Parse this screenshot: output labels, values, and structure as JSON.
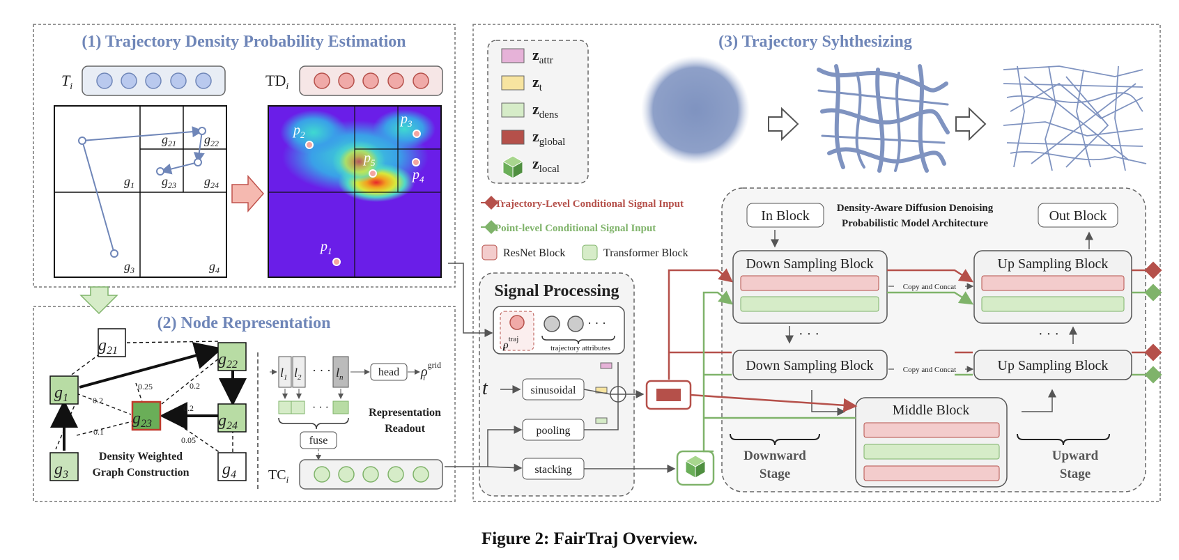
{
  "sections": {
    "s1_title": "(1) Trajectory Density Probability Estimation",
    "s2_title": "(2) Node Representation",
    "s3_title": "(3) Trajectory Syhthesizing"
  },
  "s1": {
    "ti_label": "T",
    "ti_sub": "i",
    "tdi_label": "TD",
    "tdi_sub": "i",
    "grid_labels": {
      "g1": "g",
      "g1_sub": "1",
      "g21": "g",
      "g21_sub": "21",
      "g22": "g",
      "g22_sub": "22",
      "g23": "g",
      "g23_sub": "23",
      "g24": "g",
      "g24_sub": "24",
      "g3": "g",
      "g3_sub": "3",
      "g4": "g",
      "g4_sub": "4"
    },
    "points": {
      "p1": "p",
      "p1_sub": "1",
      "p2": "p",
      "p2_sub": "2",
      "p3": "p",
      "p3_sub": "3",
      "p4": "p",
      "p4_sub": "4",
      "p5": "p",
      "p5_sub": "5"
    }
  },
  "s2": {
    "nodes": {
      "g21": "g",
      "g21_sub": "21",
      "g22": "g",
      "g22_sub": "22",
      "g1": "g",
      "g1_sub": "1",
      "g23": "g",
      "g23_sub": "23",
      "g24": "g",
      "g24_sub": "24",
      "g3": "g",
      "g3_sub": "3",
      "g4": "g",
      "g4_sub": "4"
    },
    "weights": [
      "0.25",
      "0.2",
      "0.2",
      "0.2",
      "0.1",
      "0.05"
    ],
    "graph_caption_1": "Density Weighted",
    "graph_caption_2": "Graph Construction",
    "layer_l1": "l",
    "layer_l1_sub": "1",
    "layer_l2": "l",
    "layer_l2_sub": "2",
    "layer_ln": "l",
    "layer_ln_sub": "n",
    "dots": "· · ·",
    "head": "head",
    "rho_grid": "ρ",
    "rho_grid_sup": "grid",
    "rho_grid_sub": "i",
    "readout_1": "Representation",
    "readout_2": "Readout",
    "fuse": "fuse",
    "tci_label": "TC",
    "tci_sub": "i"
  },
  "s3": {
    "legend": {
      "attr": "z",
      "attr_sub": "attr",
      "t": "z",
      "t_sub": "t",
      "dens": "z",
      "dens_sub": "dens",
      "global": "z",
      "global_sub": "global",
      "local": "z",
      "local_sub": "local"
    },
    "traj_level": "Trajectory-Level Conditional Signal Input",
    "point_level": "Point-level Conditional Signal Input",
    "resnet": "ResNet Block",
    "transformer": "Transformer Block",
    "signal_processing": "Signal Processing",
    "rho_traj": "ρ",
    "rho_traj_sup": "traj",
    "rho_traj_sub": "i",
    "traj_attrs": "trajectory attributes",
    "t_symbol": "t",
    "sinusoidal": "sinusoidal",
    "pooling": "pooling",
    "stacking": "stacking",
    "arch_title_1": "Density-Aware Diffusion Denoising",
    "arch_title_2": "Probabilistic Model Architecture",
    "in_block": "In Block",
    "out_block": "Out Block",
    "down_block": "Down Sampling Block",
    "up_block": "Up Sampling Block",
    "middle_block": "Middle Block",
    "copy_concat": "Copy and Concat",
    "dots": "· · ·",
    "downward_1": "Downward",
    "downward_2": "Stage",
    "upward_1": "Upward",
    "upward_2": "Stage"
  },
  "caption": "Figure 2: FairTraj Overview.",
  "colors": {
    "accent_blue": "#6f86b8",
    "red_line": "#b5504a",
    "green_line": "#7fb36a",
    "resnet_fill": "#f3cccc",
    "transformer_fill": "#d6ecc8"
  }
}
